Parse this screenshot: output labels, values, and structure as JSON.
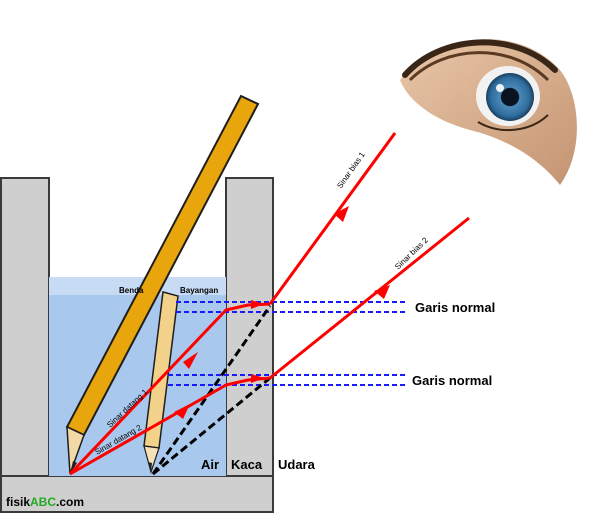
{
  "labels": {
    "object": "Benda",
    "image": "Bayangan",
    "incident_ray_1": "Sinar datang 1",
    "incident_ray_2": "Sinar datang 2",
    "refracted_ray_1": "Sinar bias 1",
    "refracted_ray_2": "Sinar bias 2",
    "normal_line_1": "Garis normal",
    "normal_line_2": "Garis normal",
    "medium_water": "Air",
    "medium_glass": "Kaca",
    "medium_air": "Udara"
  },
  "watermark": {
    "prefix": "fisik",
    "highlight": "ABC",
    "suffix": ".com"
  },
  "colors": {
    "water": "#a9c8ee",
    "glass_wall": "#cfcfcf",
    "glass_edge": "#3a3a3a",
    "ray": "#ff0000",
    "normal_line": "#1a1aff",
    "virtual_ray": "#000000",
    "pencil_body": "#e8a60c",
    "pencil_image": "#f2d28a",
    "brand_highlight": "#22aa22"
  },
  "icons": {
    "eye": "eye-icon"
  }
}
